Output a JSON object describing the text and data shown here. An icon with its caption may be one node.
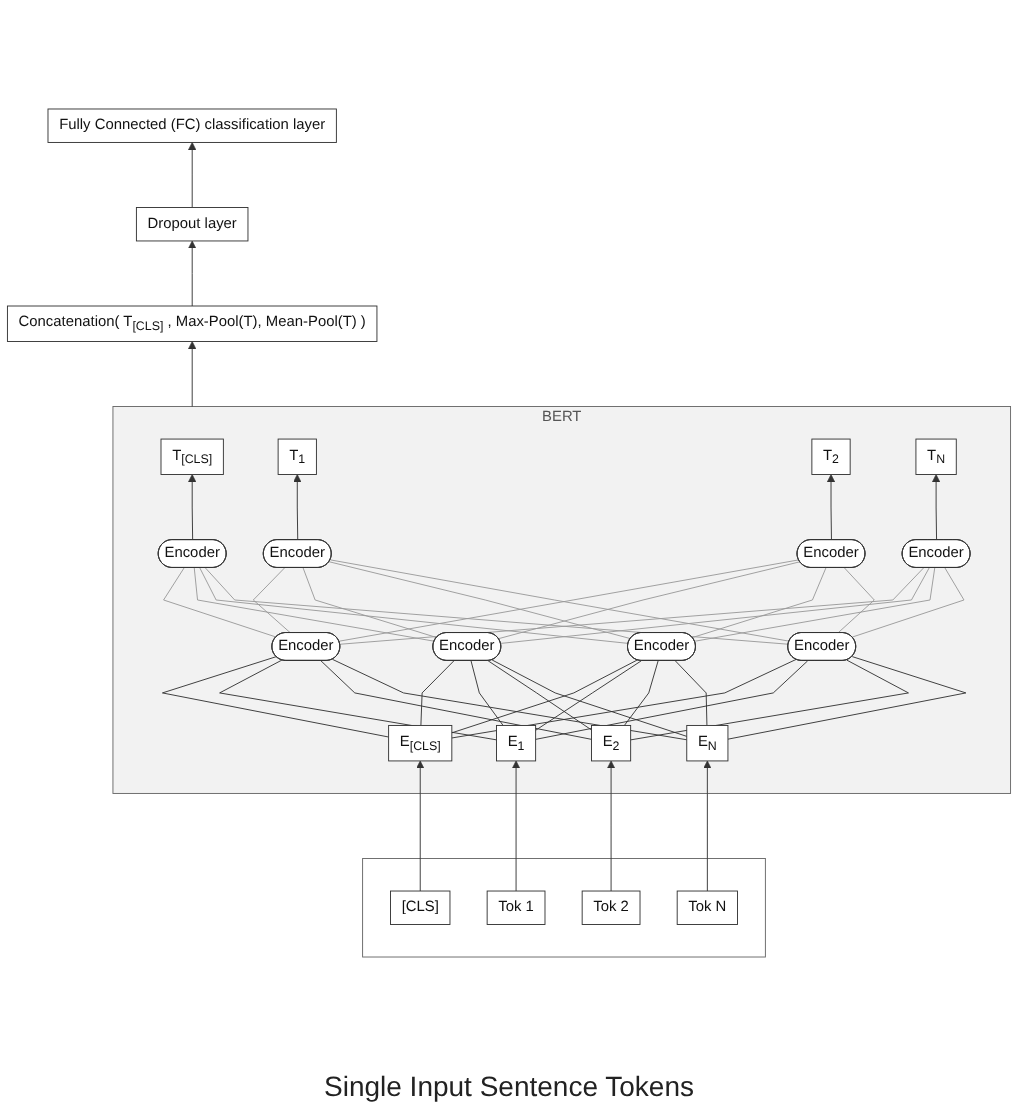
{
  "diagram": {
    "nodes": [
      {
        "text": [
          "Fully Connected (FC) classification layer"
        ]
      },
      {
        "text": [
          "Dropout layer"
        ]
      },
      {
        "text": [
          "Concatenation( T$_{[CLS]}$ , Max-Pool(T), Mean-Pool(T) )"
        ]
      },
      {
        "text": [
          "BERT"
        ]
      },
      {
        "text": [
          "T$_{[CLS]}$"
        ],
        "in": 3
      },
      {
        "text": [
          "T$_{1}$"
        ],
        "in": 3
      },
      {
        "text": [
          "T$_{2}$"
        ],
        "in": 3
      },
      {
        "text": [
          "T$_{N}$"
        ],
        "in": 3
      },
      {
        "text": [
          "Encoder"
        ],
        "in": 3
      },
      {
        "text": [
          "Encoder"
        ],
        "in": 3
      },
      {
        "text": [
          "Encoder"
        ],
        "in": 3
      },
      {
        "text": [
          "Encoder"
        ],
        "in": 3
      },
      {
        "text": [
          "Encoder"
        ],
        "in": 3
      },
      {
        "text": [
          "Encoder"
        ],
        "in": 3
      },
      {
        "text": [
          "Encoder"
        ],
        "in": 3
      },
      {
        "text": [
          "Encoder"
        ],
        "in": 3
      },
      {
        "text": [
          "E$_{[CLS]}$"
        ],
        "in": 3
      },
      {
        "text": [
          "E$_{1}$"
        ],
        "in": 3
      },
      {
        "text": [
          "E$_{2}$"
        ],
        "in": 3
      },
      {
        "text": [
          "E$_{N}$"
        ],
        "in": 3
      },
      {
        "text": [],
        "shape": "box"
      },
      {
        "text": [
          "[CLS]"
        ],
        "in": 20
      },
      {
        "text": [
          "Tok 1"
        ],
        "in": 20
      },
      {
        "text": [
          "Tok 2"
        ],
        "in": 20
      },
      {
        "text": [
          "Tok N"
        ],
        "in": 20
      }
    ],
    "edges": [
      {
        "from": 21,
        "to": 16,
        "arrow": "to"
      },
      {
        "from": 22,
        "to": 17,
        "arrow": "to"
      },
      {
        "from": 23,
        "to": 18,
        "arrow": "to"
      },
      {
        "from": 24,
        "to": 19,
        "arrow": "to"
      },
      {
        "from": 16,
        "to": 12,
        "arrow": "none"
      },
      {
        "from": 16,
        "to": 13,
        "arrow": "none"
      },
      {
        "from": 16,
        "to": 14,
        "arrow": "none"
      },
      {
        "from": 16,
        "to": 15,
        "arrow": "none"
      },
      {
        "from": 17,
        "to": 12,
        "arrow": "none"
      },
      {
        "from": 17,
        "to": 13,
        "arrow": "none"
      },
      {
        "from": 17,
        "to": 14,
        "arrow": "none"
      },
      {
        "from": 17,
        "to": 15,
        "arrow": "none"
      },
      {
        "from": 18,
        "to": 12,
        "arrow": "none"
      },
      {
        "from": 18,
        "to": 13,
        "arrow": "none"
      },
      {
        "from": 18,
        "to": 14,
        "arrow": "none"
      },
      {
        "from": 18,
        "to": 15,
        "arrow": "none"
      },
      {
        "from": 19,
        "to": 12,
        "arrow": "none"
      },
      {
        "from": 19,
        "to": 13,
        "arrow": "none"
      },
      {
        "from": 19,
        "to": 14,
        "arrow": "none"
      },
      {
        "from": 19,
        "to": 15,
        "arrow": "none"
      },
      {
        "from": 12,
        "to": 8,
        "arrow": "none",
        "color": "#999999"
      },
      {
        "from": 12,
        "to": 9,
        "arrow": "none",
        "color": "#999999"
      },
      {
        "from": 12,
        "to": 10,
        "arrow": "none",
        "color": "#999999"
      },
      {
        "from": 12,
        "to": 11,
        "arrow": "none",
        "color": "#999999"
      },
      {
        "from": 13,
        "to": 8,
        "arrow": "none",
        "color": "#999999"
      },
      {
        "from": 13,
        "to": 9,
        "arrow": "none",
        "color": "#999999"
      },
      {
        "from": 13,
        "to": 10,
        "arrow": "none",
        "color": "#999999"
      },
      {
        "from": 13,
        "to": 11,
        "arrow": "none",
        "color": "#999999"
      },
      {
        "from": 14,
        "to": 8,
        "arrow": "none",
        "color": "#999999"
      },
      {
        "from": 14,
        "to": 9,
        "arrow": "none",
        "color": "#999999"
      },
      {
        "from": 14,
        "to": 10,
        "arrow": "none",
        "color": "#999999"
      },
      {
        "from": 14,
        "to": 11,
        "arrow": "none",
        "color": "#999999"
      },
      {
        "from": 15,
        "to": 8,
        "arrow": "none",
        "color": "#999999"
      },
      {
        "from": 15,
        "to": 9,
        "arrow": "none",
        "color": "#999999"
      },
      {
        "from": 15,
        "to": 10,
        "arrow": "none",
        "color": "#999999"
      },
      {
        "from": 15,
        "to": 11,
        "arrow": "none",
        "color": "#999999"
      },
      {
        "from": 8,
        "to": 4,
        "arrow": "to"
      },
      {
        "from": 9,
        "to": 5,
        "arrow": "to"
      },
      {
        "from": 10,
        "to": 6,
        "arrow": "to"
      },
      {
        "from": 11,
        "to": 7,
        "arrow": "to"
      },
      {
        "from": 3,
        "to": 2,
        "arrow": "to"
      },
      {
        "from": 2,
        "to": 1,
        "arrow": "to"
      },
      {
        "from": 1,
        "to": 0,
        "arrow": "to"
      }
    ],
    "labels": [
      "Single Input Sentence Tokens"
    ]
  }
}
